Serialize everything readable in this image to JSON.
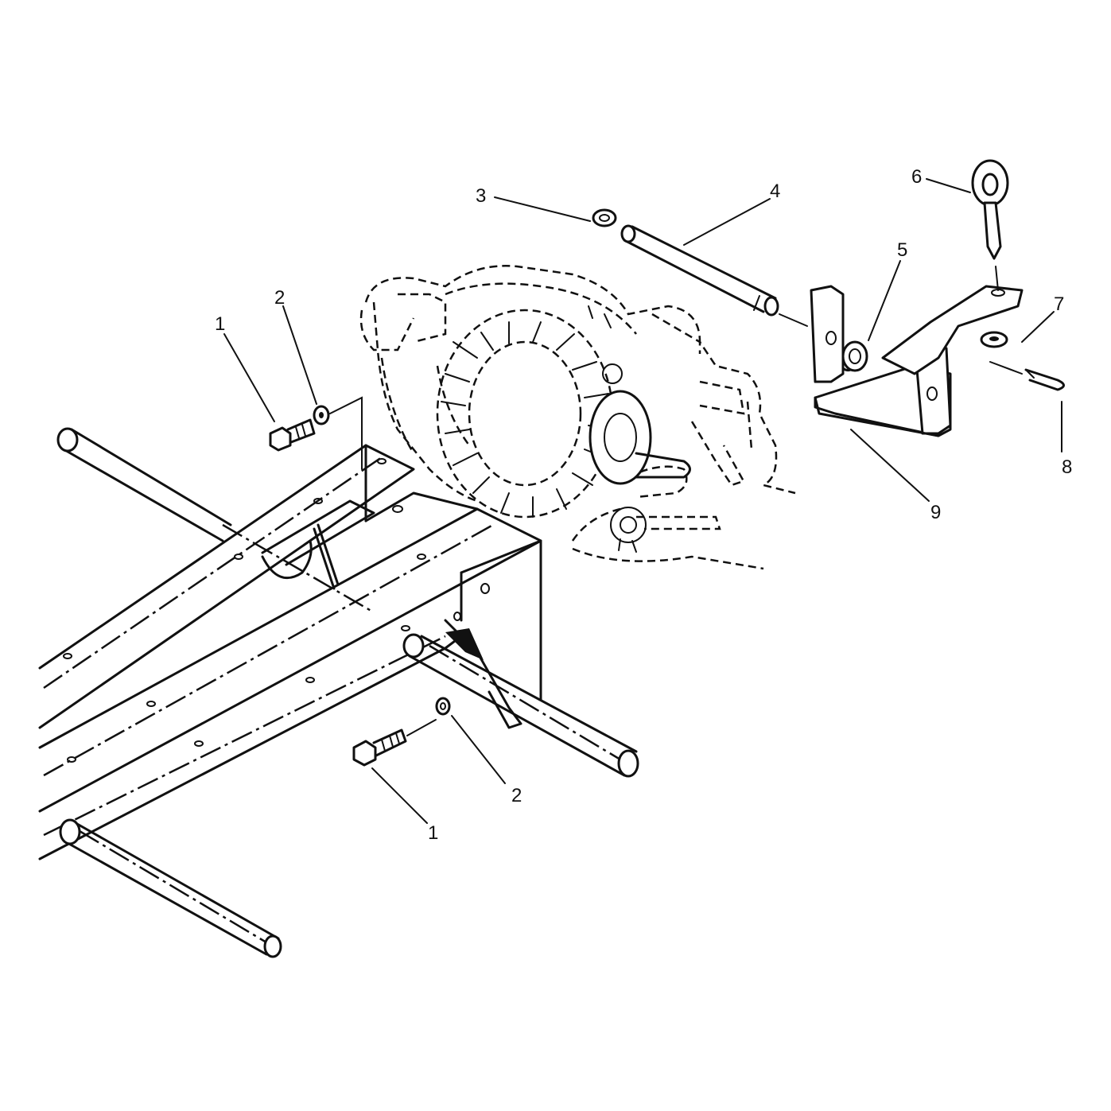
{
  "callouts": [
    {
      "id": "1a",
      "text": "1"
    },
    {
      "id": "2a",
      "text": "2"
    },
    {
      "id": "3",
      "text": "3"
    },
    {
      "id": "4",
      "text": "4"
    },
    {
      "id": "5",
      "text": "5"
    },
    {
      "id": "6",
      "text": "6"
    },
    {
      "id": "7",
      "text": "7"
    },
    {
      "id": "8",
      "text": "8"
    },
    {
      "id": "9",
      "text": "9"
    },
    {
      "id": "2b",
      "text": "2"
    },
    {
      "id": "1b",
      "text": "1"
    }
  ]
}
